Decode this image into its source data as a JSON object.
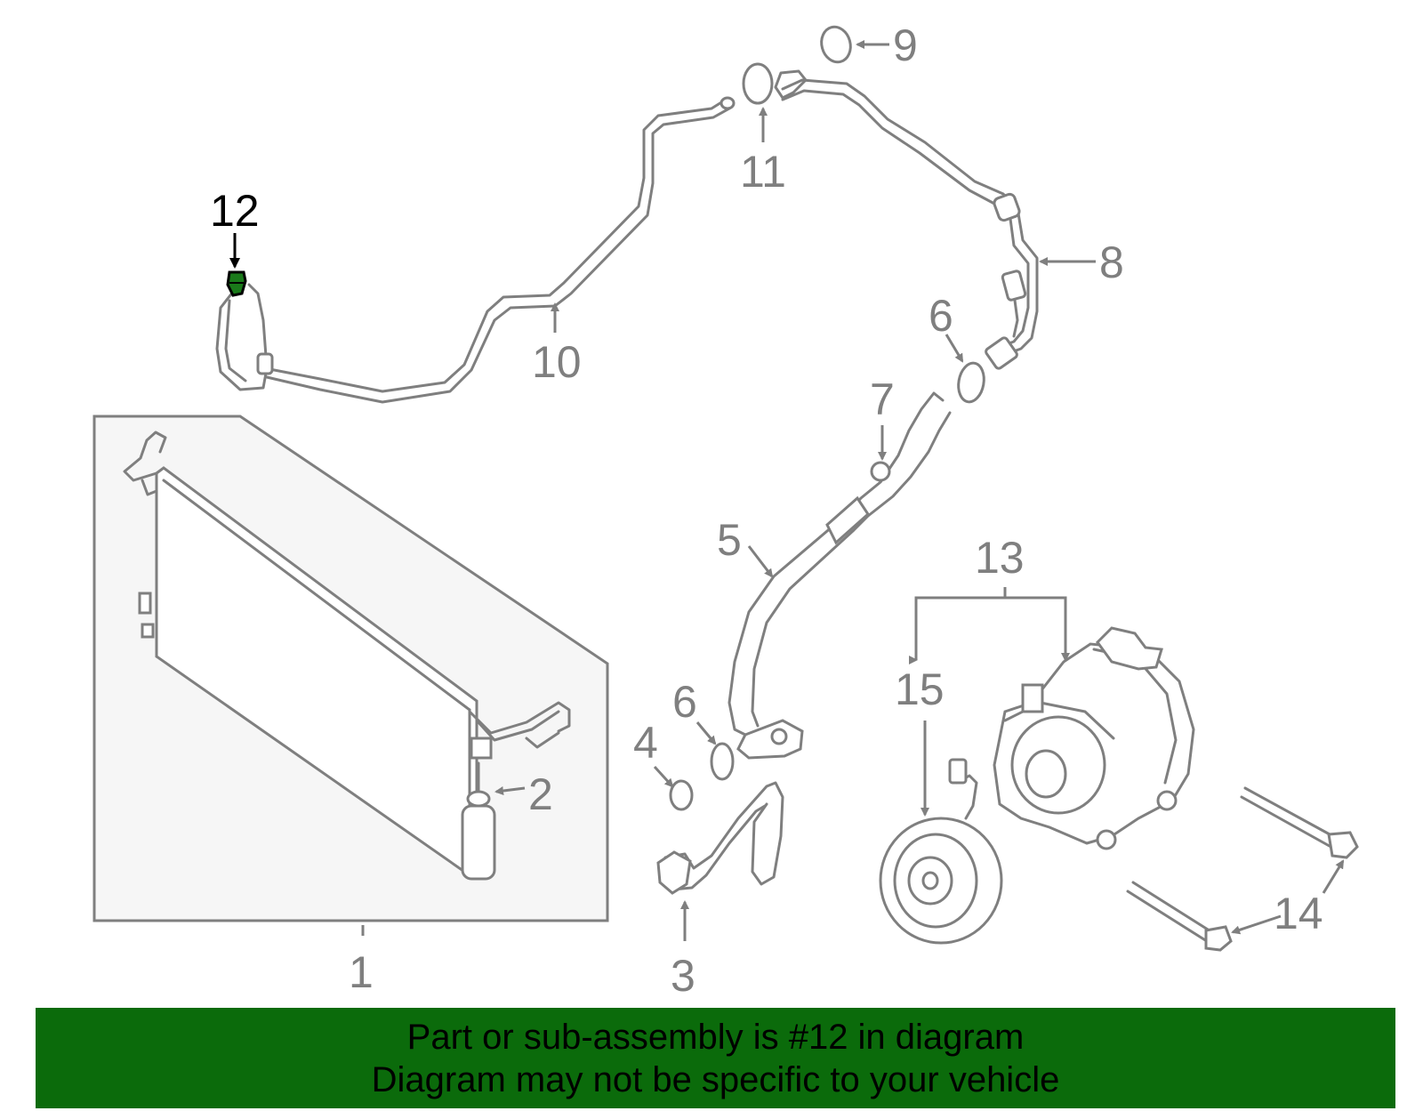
{
  "diagram": {
    "callouts": {
      "c1": "1",
      "c2": "2",
      "c3": "3",
      "c4": "4",
      "c5": "5",
      "c6a": "6",
      "c6b": "6",
      "c7": "7",
      "c8": "8",
      "c9": "9",
      "c10": "10",
      "c11": "11",
      "c12": "12",
      "c13": "13",
      "c14": "14",
      "c15": "15"
    },
    "highlighted_part": "12",
    "colors": {
      "part_lines": "#7f7f7f",
      "highlight": "#000000",
      "highlight_part_fill": "#1a7a1a",
      "condenser_panel": "#f6f6f6",
      "banner": "#0b6b0b"
    }
  },
  "banner": {
    "line1": "Part or sub-assembly is #12 in diagram",
    "line2": "Diagram may not be specific to your vehicle"
  }
}
